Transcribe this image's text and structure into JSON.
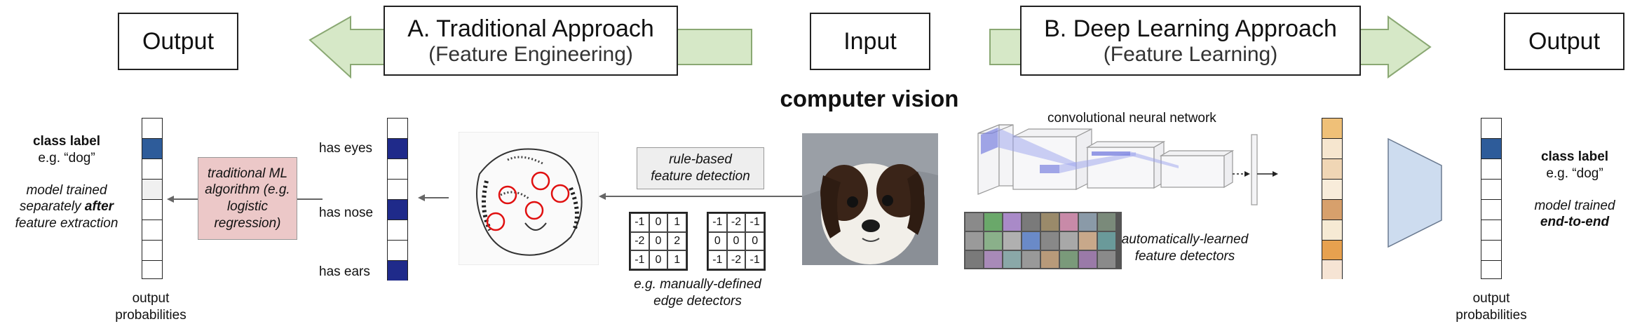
{
  "center_title": "computer vision",
  "top": {
    "output_left": "Output",
    "trad_title": "A.   Traditional Approach",
    "trad_sub": "(Feature Engineering)",
    "input": "Input",
    "deep_title": "B.   Deep Learning Approach",
    "deep_sub": "(Feature Learning)",
    "output_right": "Output"
  },
  "left": {
    "class_label": "class label",
    "eg": "e.g. “dog”",
    "note_1": "model trained",
    "note_2": "separately",
    "note_bold": "after",
    "note_3": "feature extraction",
    "out_prob_1": "output",
    "out_prob_2": "probabilities",
    "ml_box": "traditional ML algorithm (e.g. logistic regression)",
    "feat_eyes": "has eyes",
    "feat_nose": "has nose",
    "feat_ears": "has ears",
    "rule_box_1": "rule-based",
    "rule_box_2": "feature detection",
    "kernel_1": [
      "-1",
      "0",
      "1",
      "-2",
      "0",
      "2",
      "-1",
      "0",
      "1"
    ],
    "kernel_2": [
      "-1",
      "-2",
      "-1",
      "0",
      "0",
      "0",
      "-1",
      "-2",
      "-1"
    ],
    "edge_1": "e.g. manually-defined",
    "edge_2": "edge detectors"
  },
  "right": {
    "cnn_label": "convolutional neural network",
    "auto_1": "automatically-learned",
    "auto_2": "feature detectors",
    "class_label": "class label",
    "eg": "e.g. “dog”",
    "note_1": "model trained",
    "note_2": "end-to-end",
    "out_prob_1": "output",
    "out_prob_2": "probabilities"
  },
  "colors": {
    "arrow_fill": "#d6e8c7",
    "ml_box_fill": "#ecc8c8",
    "rule_box_fill": "#eeeeee",
    "highlight_cell": "#2e5c9a",
    "feature_cell": "#1f2a8a",
    "trapezoid": "#cddcef",
    "feature_vec": [
      "#efc078",
      "#f6e6cf",
      "#f0d6b5",
      "#f8ecda",
      "#d7a06c",
      "#f6ead4",
      "#e7a14f",
      "#f6e4d4"
    ]
  }
}
